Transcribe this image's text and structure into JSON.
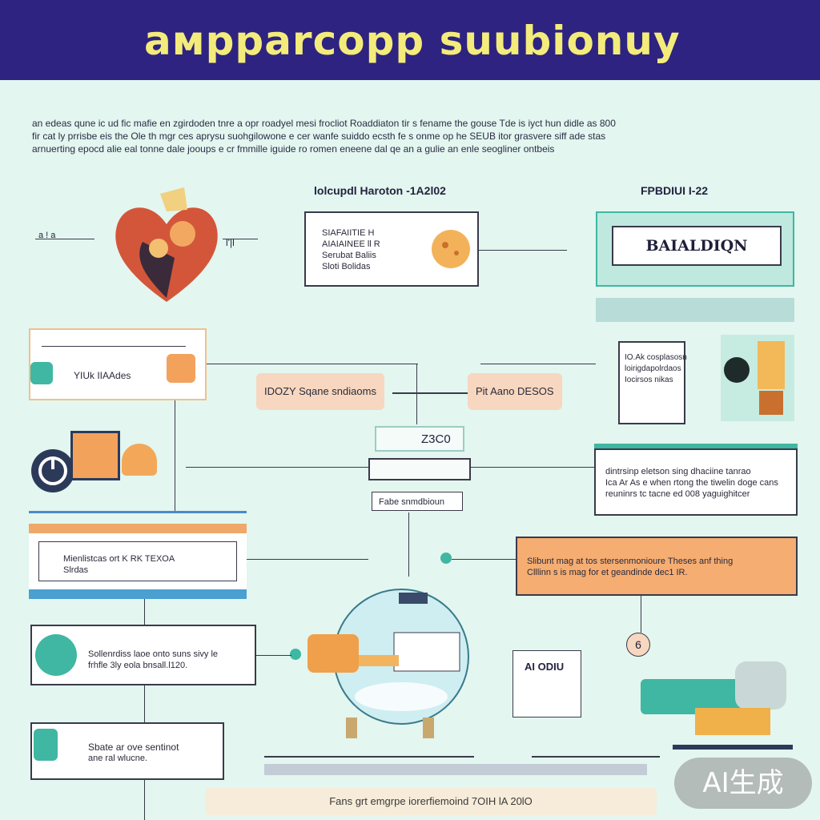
{
  "header": {
    "title": "aмpparcopp suubionuy"
  },
  "intro": {
    "lines": [
      "an edeas qune ic ud fic   mafie en zgirdoden  tnre a opr roadyel mesi frocliot  Roaddiaton  tir s  fename the gouse  Tde is iyct hun didle as  800",
      "fir cat  ly prrisbe eis the  Ole th mgr ces aprysu suohgilowone  e cer  wanfe suiddo ecsth fe s onme op he  SEUB  itor grasvere siff ade stas",
      "arnuerting  epocd alie  eal tonne dale   jooups  e cr fmmille iguide ro romen  eneene dal qe an a gulie  an enle seogliner ontbeis"
    ]
  },
  "labels": {
    "center_heading": "lolcupdl Haroton -1A2l02",
    "right_heading": "FPBDIUI  I-22",
    "left_mini": "a ! a",
    "left_mini_right": "l'|l"
  },
  "top_card": {
    "lines": [
      "SIAFAIITIE H",
      "AIAIAINEE ll R",
      "Serubat Baliis",
      "Sloti Bolidas"
    ]
  },
  "right_banner": {
    "label": "BAIALDIQN"
  },
  "left_card1": {
    "label": "YIUk IIAAdes"
  },
  "tags": {
    "left": "IDOZY  Sqane sndiaoms",
    "right": "Pit Aano DESOS"
  },
  "center_node": {
    "label": "Z3C0",
    "mini": "Fabe  snmdbioun"
  },
  "right_card": {
    "lines": [
      "IO.Ak cosplasosn",
      "loirigdapolrdaos",
      "Iocirsos  nikas"
    ]
  },
  "right_desc": {
    "lines": [
      "dintrsinp eletson sing dhaciine tanrao",
      "Ica Ar As e when rtong the tiwelin doge cans",
      "reuninrs tc tacne ed 008 yaguighitcer"
    ]
  },
  "left_band": {
    "lines": [
      "Mienlistcas  ort  K  RK TEXOA",
      "Slrdas"
    ]
  },
  "orange_box": {
    "lines": [
      "Slibunt mag at tos stersenmonioure  Theses anf thing",
      "Clllinn s is mag for et geandinde dec1 IR."
    ]
  },
  "left_card3": {
    "lines": [
      "Sollenrdiss laoe onto suns sivy le",
      "frhfle 3ly eola bnsall.l120."
    ]
  },
  "left_card4": {
    "lines": [
      "Sbate ar ove sentinot",
      "ane ral wlucne."
    ]
  },
  "right_bottom": {
    "label": "AI ODIU",
    "badge": "6"
  },
  "footer": {
    "text": "Fans grt emgrpe iorerfiemoind 7OIH lA 20lO"
  },
  "watermark": {
    "text": "AI生成"
  },
  "colors": {
    "header": "#2e2380",
    "title": "#f3ec7a",
    "accent_teal": "#3fb7a2",
    "accent_orange": "#f0a868",
    "background": "#e3f6ef"
  }
}
